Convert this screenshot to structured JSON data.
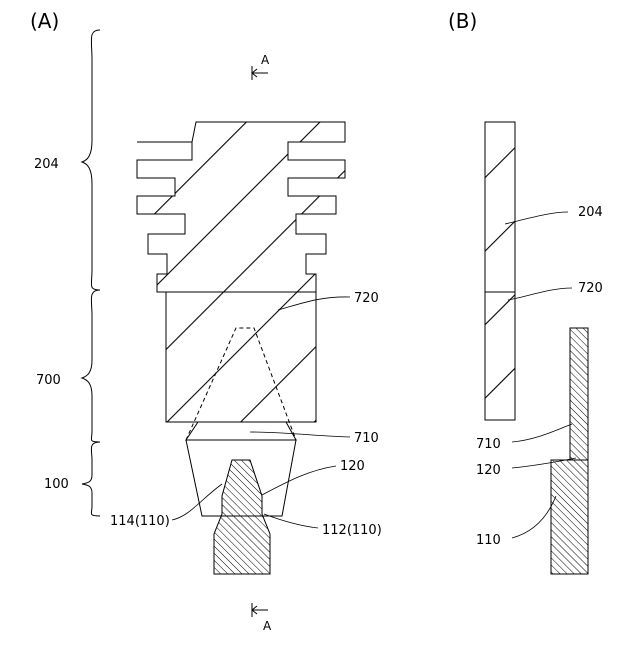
{
  "panels": {
    "a": "(A)",
    "b": "(B)"
  },
  "section_markers": {
    "top": "A",
    "bottom": "A"
  },
  "brace_labels": {
    "b204": "204",
    "b700": "700",
    "b100": "100"
  },
  "panel_a_labels": {
    "l720": "720",
    "l710": "710",
    "l120": "120",
    "l114": "114(110)",
    "l112": "112(110)"
  },
  "panel_b_labels": {
    "l204": "204",
    "l720": "720",
    "l710": "710",
    "l120": "120",
    "l110": "110"
  }
}
